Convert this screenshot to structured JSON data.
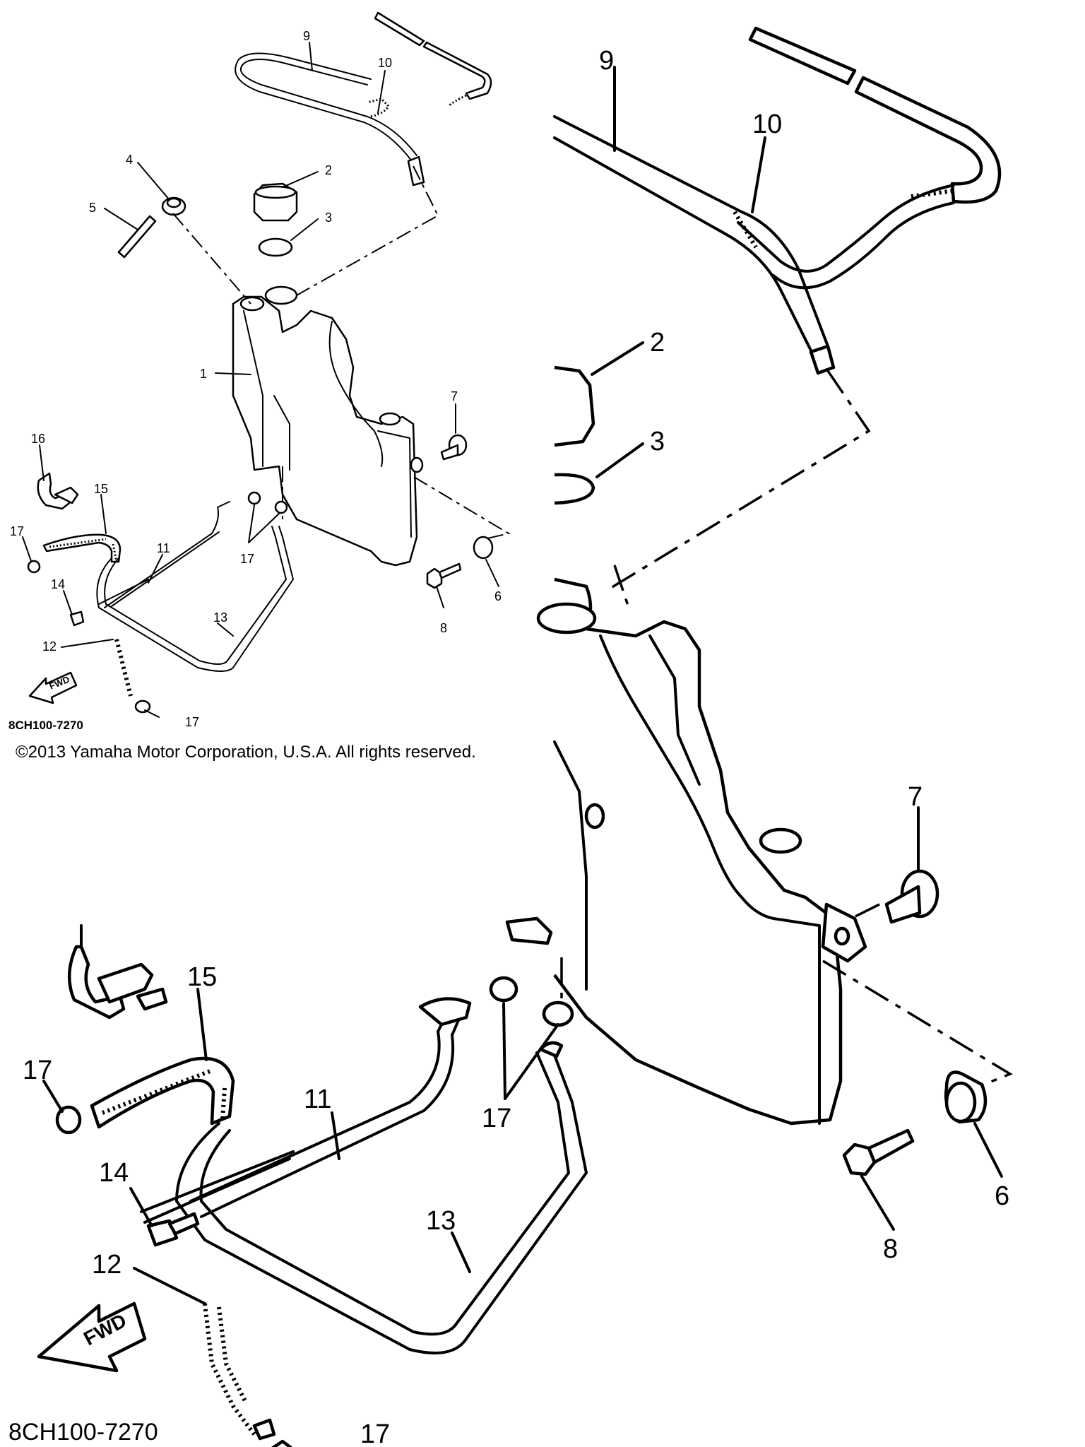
{
  "callouts_small": {
    "c1": "1",
    "c2": "2",
    "c3": "3",
    "c4": "4",
    "c5": "5",
    "c6": "6",
    "c7": "7",
    "c8": "8",
    "c9": "9",
    "c10": "10",
    "c11": "11",
    "c12": "12",
    "c13": "13",
    "c14": "14",
    "c15": "15",
    "c16": "16",
    "c17a": "17",
    "c17b": "17",
    "c17c": "17"
  },
  "callouts_zoom": {
    "c2": "2",
    "c3": "3",
    "c6": "6",
    "c7": "7",
    "c8": "8",
    "c9": "9",
    "c10": "10",
    "c11": "11",
    "c12": "12",
    "c13": "13",
    "c14": "14",
    "c15": "15",
    "c17a": "17",
    "c17b": "17",
    "c17c": "17"
  },
  "fwd_label": "FWD",
  "diagram_code": "8CH100-7270",
  "copyright": "©2013 Yamaha Motor Corporation, U.S.A. All rights reserved."
}
